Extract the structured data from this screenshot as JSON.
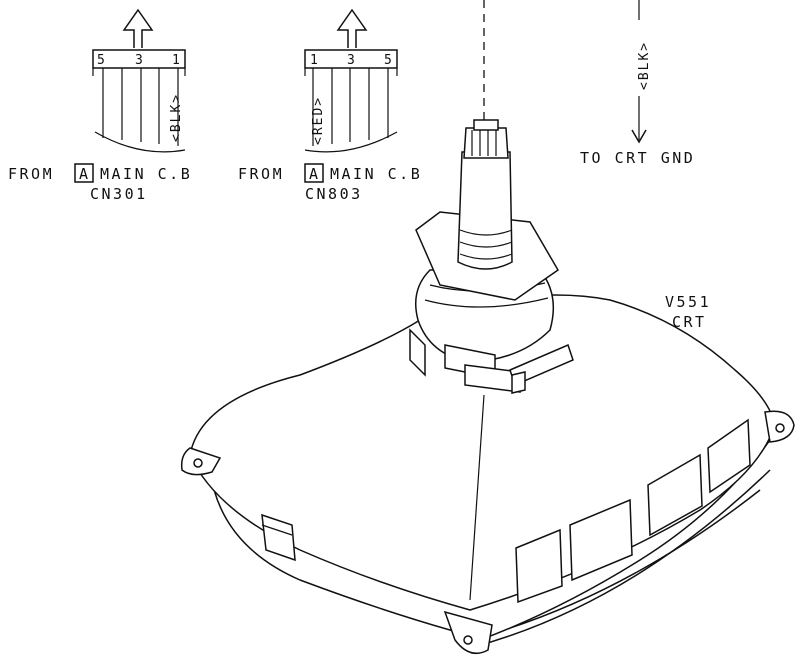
{
  "connector_left": {
    "pins": [
      "5",
      "3",
      "1"
    ],
    "wire_label": "<BLK>",
    "from_prefix": "FROM",
    "board_letter": "A",
    "board_name": "MAIN C.B",
    "connector_id": "CN301"
  },
  "connector_mid": {
    "pins": [
      "1",
      "3",
      "5"
    ],
    "wire_label": "<RED>",
    "from_prefix": "FROM",
    "board_letter": "A",
    "board_name": "MAIN C.B",
    "connector_id": "CN803"
  },
  "ground": {
    "wire_label": "<BLK>",
    "destination": "TO CRT GND"
  },
  "tube": {
    "ref": "V551",
    "name": "CRT"
  }
}
